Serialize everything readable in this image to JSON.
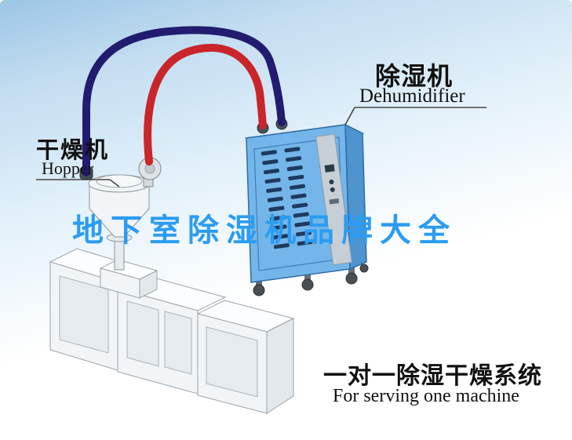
{
  "hopper_label": {
    "cn": "干燥机",
    "en": "Hopper"
  },
  "dehumidifier_label": {
    "cn": "除湿机",
    "en": "Dehumidifier"
  },
  "watermark": {
    "text": "地下室除湿机品牌大全"
  },
  "caption": {
    "cn": "一对一除湿干燥系统",
    "en": "For serving one machine"
  },
  "colors": {
    "pipe-red": "#c9252b",
    "pipe-blue": "#221c70",
    "cabinet-front": "#74b6ea",
    "cabinet-side": "#4e94cf",
    "cabinet-top": "#a6d3f2",
    "cabinet-outline": "#2d6da6",
    "vent-slot": "#1e3a5f",
    "watermark": "#2b9cf2"
  }
}
